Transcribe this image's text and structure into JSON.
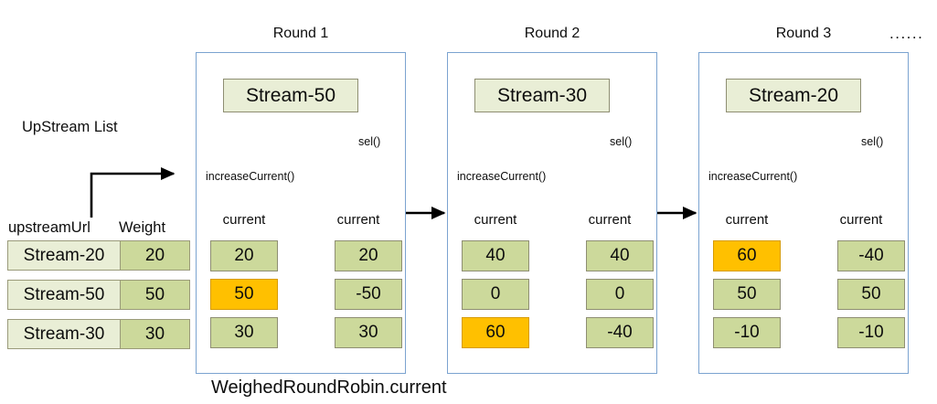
{
  "diagram": {
    "caption": "WeighedRoundRobin.current",
    "ellipsis": "......",
    "upstream": {
      "title": "UpStream List",
      "columns": [
        "upstreamUrl",
        "Weight"
      ],
      "rows": [
        {
          "url": "Stream-20",
          "weight": "20"
        },
        {
          "url": "Stream-50",
          "weight": "50"
        },
        {
          "url": "Stream-30",
          "weight": "30"
        }
      ]
    },
    "function_labels": {
      "increase": "increaseCurrent()",
      "select": "sel()"
    },
    "current_header": "current",
    "rounds": [
      {
        "title": "Round 1",
        "selected_stream": "Stream-50",
        "before": [
          {
            "value": "20",
            "highlight": false
          },
          {
            "value": "50",
            "highlight": true
          },
          {
            "value": "30",
            "highlight": false
          }
        ],
        "after": [
          {
            "value": "20",
            "highlight": false
          },
          {
            "value": "-50",
            "highlight": false
          },
          {
            "value": "30",
            "highlight": false
          }
        ],
        "transition_row": 1
      },
      {
        "title": "Round 2",
        "selected_stream": "Stream-30",
        "before": [
          {
            "value": "40",
            "highlight": false
          },
          {
            "value": "0",
            "highlight": false
          },
          {
            "value": "60",
            "highlight": true
          }
        ],
        "after": [
          {
            "value": "40",
            "highlight": false
          },
          {
            "value": "0",
            "highlight": false
          },
          {
            "value": "-40",
            "highlight": false
          }
        ],
        "transition_row": 2
      },
      {
        "title": "Round 3",
        "selected_stream": "Stream-20",
        "before": [
          {
            "value": "60",
            "highlight": true
          },
          {
            "value": "50",
            "highlight": false
          },
          {
            "value": "-10",
            "highlight": false
          }
        ],
        "after": [
          {
            "value": "-40",
            "highlight": false
          },
          {
            "value": "50",
            "highlight": false
          },
          {
            "value": "-10",
            "highlight": false
          }
        ],
        "transition_row": 0
      }
    ],
    "colors": {
      "cell_green": "#ccd99b",
      "stream_green": "#e9eed6",
      "highlight_orange": "#ffc000",
      "panel_border_blue": "#7ba3d0",
      "block_arrow_blue": "#5b9bd5"
    }
  }
}
